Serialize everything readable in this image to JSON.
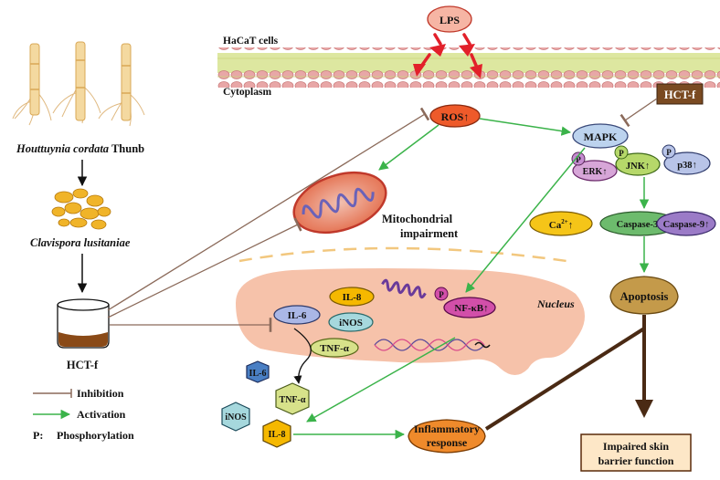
{
  "labels": {
    "plant": "Houttuynia cordata",
    "plant_suffix": " Thunb",
    "yeast": "Clavispora lusitaniae",
    "hctf_left": "HCT-f",
    "hctf_box": "HCT-f",
    "hacat": "HaCaT cells",
    "cytoplasm": "Cytoplasm",
    "lps": "LPS",
    "ros": "ROS",
    "mapk": "MAPK",
    "erk": "ERK",
    "jnk": "JNK",
    "p38": "p38",
    "phospho": "P",
    "ca": "Ca",
    "ca_sup": "2+",
    "casp3": "Caspase-3",
    "casp9": "Caspase-9",
    "apoptosis": "Apoptosis",
    "mito_line1": "Mitochondrial",
    "mito_line2": "impairment",
    "nucleus": "Nucleus",
    "il8_nuc": "IL-8",
    "inos_nuc": "iNOS",
    "tnf_nuc": "TNF-α",
    "il6_nuc": "IL-6",
    "nfkb": "NF-κB",
    "il6_hex": "IL-6",
    "tnf_hex": "TNF-α",
    "inos_hex": "iNOS",
    "il8_hex": "IL-8",
    "inflam_line1": "Inflammatory",
    "inflam_line2": "response",
    "barrier_line1": "Impaired skin",
    "barrier_line2": "barrier function",
    "up_arrow": "↑"
  },
  "legend": {
    "inhibition": "Inhibition",
    "activation": "Activation",
    "p_key": "P:",
    "p_value": "Phosphorylation"
  },
  "colors": {
    "activation": "#3bb34a",
    "inhibition": "#8b6a5a",
    "ros": "#ee5a2a",
    "mapk": "#bcd3ee",
    "erk": "#d7a6d8",
    "jnk": "#b6d86a",
    "p38": "#b8c4e8",
    "ca": "#f5c518",
    "casp3": "#6dbb6d",
    "casp9": "#9b7bc7",
    "apoptosis": "#c49a4a",
    "nucleus": "#f6c2aa",
    "nfkb": "#d24fa9",
    "il8_oval": "#f5b800",
    "inos_oval": "#a6d8dd",
    "tnf_oval": "#d7e28a",
    "il6_oval": "#aab7e6",
    "inflam": "#ef8a2b",
    "barrier": "#fde7c7",
    "hctf_box": "#7a4a21",
    "lps": "#f6b5a4",
    "membrane": "#e8a7a7",
    "membrane_core": "#dde7a0",
    "dark_brown": "#4a2a14"
  }
}
